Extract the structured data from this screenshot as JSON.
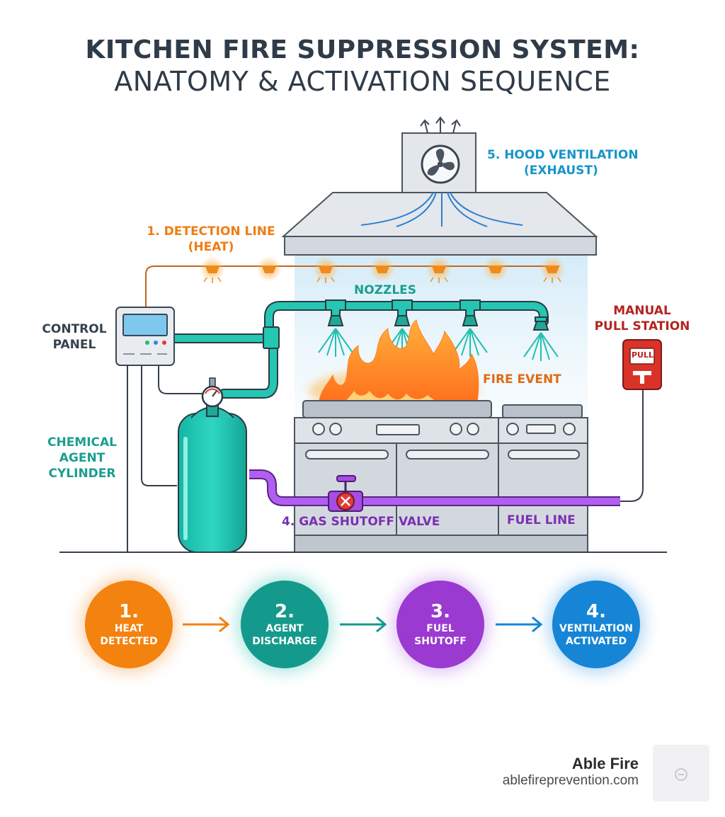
{
  "title": {
    "line1": "KITCHEN FIRE SUPPRESSION SYSTEM:",
    "line2": "ANATOMY & ACTIVATION SEQUENCE"
  },
  "labels": {
    "hood_ventilation": [
      "5. HOOD VENTILATION",
      "(EXHAUST)"
    ],
    "detection_line": [
      "1. DETECTION LINE",
      "(HEAT)"
    ],
    "nozzles": "NOZZLES",
    "control_panel": [
      "CONTROL",
      "PANEL"
    ],
    "manual_pull_station": [
      "MANUAL",
      "PULL STATION"
    ],
    "pull_handle": "PULL",
    "fire_event": "FIRE EVENT",
    "chemical_agent_cylinder": [
      "CHEMICAL",
      "AGENT",
      "CYLINDER"
    ],
    "gas_shutoff_valve": "4. GAS SHUTOFF VALVE",
    "fuel_line": "FUEL LINE"
  },
  "sequence": [
    {
      "number": "1.",
      "line1": "HEAT",
      "line2": "DETECTED",
      "color": "#f3820f"
    },
    {
      "number": "2.",
      "line1": "AGENT",
      "line2": "DISCHARGE",
      "color": "#149a8c"
    },
    {
      "number": "3.",
      "line1": "FUEL",
      "line2": "SHUTOFF",
      "color": "#9a3ad0"
    },
    {
      "number": "4.",
      "line1": "VENTILATION",
      "line2": "ACTIVATED",
      "color": "#1685d6"
    }
  ],
  "brand": {
    "name": "Able Fire",
    "url": "ablefireprevention.com"
  },
  "colors": {
    "detection": "#ef7d12",
    "pipe": "#1fbfae",
    "fuel": "#a64ee0",
    "outline": "#34404c",
    "hood": "#dfe3e8"
  },
  "icons": [
    "fan-icon",
    "heat-detector-icon",
    "nozzle-icon",
    "pressure-gauge-icon",
    "valve-icon",
    "pull-station-icon",
    "flame-icon"
  ]
}
